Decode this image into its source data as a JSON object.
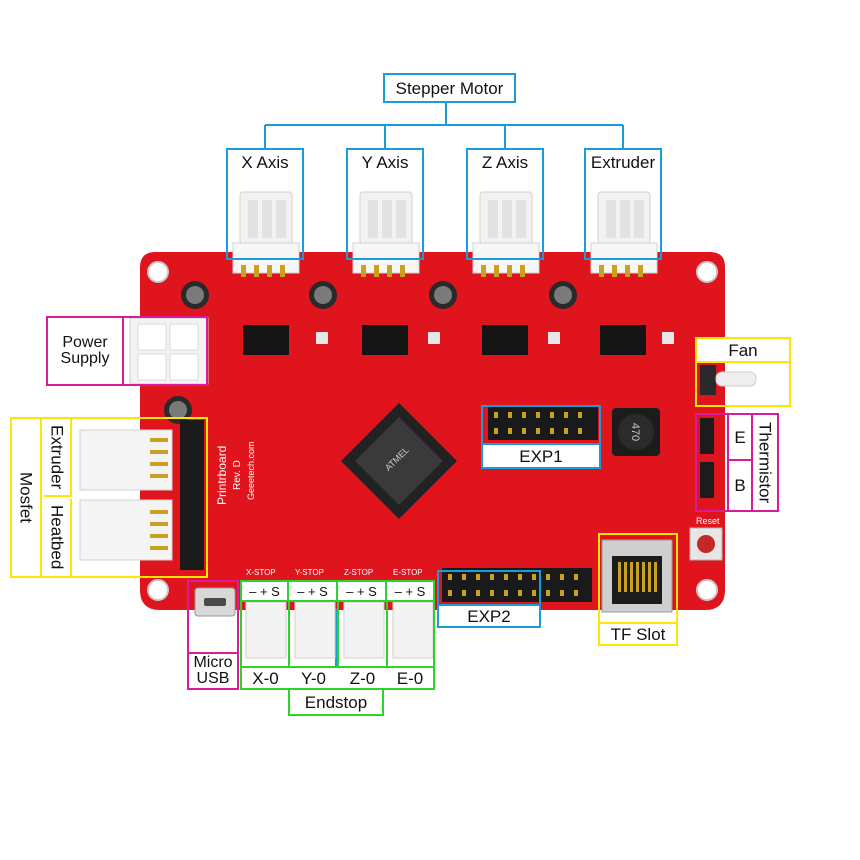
{
  "labels": {
    "stepper_motor": "Stepper Motor",
    "x_axis": "X Axis",
    "y_axis": "Y Axis",
    "z_axis": "Z Axis",
    "extruder_top": "Extruder",
    "power_supply": "Power\nSupply",
    "mosfet": "Mosfet",
    "mosfet_extruder": "Extruder",
    "mosfet_heatbed": "Heatbed",
    "fan": "Fan",
    "thermistor": "Thermistor",
    "therm_e": "E",
    "therm_b": "B",
    "exp1": "EXP1",
    "exp2": "EXP2",
    "tf_slot": "TF Slot",
    "micro_usb": "Micro\nUSB",
    "endstop": "Endstop",
    "pin_legend": "– + S",
    "x0": "X-0",
    "y0": "Y-0",
    "z0": "Z-0",
    "e0": "E-0"
  },
  "board": {
    "silk_brand": "Printrboard",
    "silk_rev": "Rev. D",
    "silk_site": "Geeetech.com",
    "chip_brand": "ATMEL",
    "inductor_value": "470",
    "reset_label": "Reset",
    "endstop_silk": [
      "X-STOP",
      "Y-STOP",
      "Z-STOP",
      "E-STOP"
    ]
  },
  "colors": {
    "board": "#e0141c",
    "blue": "#1a9cd8",
    "yellow": "#ffe600",
    "magenta": "#d81b9c",
    "green": "#2bd42b"
  }
}
